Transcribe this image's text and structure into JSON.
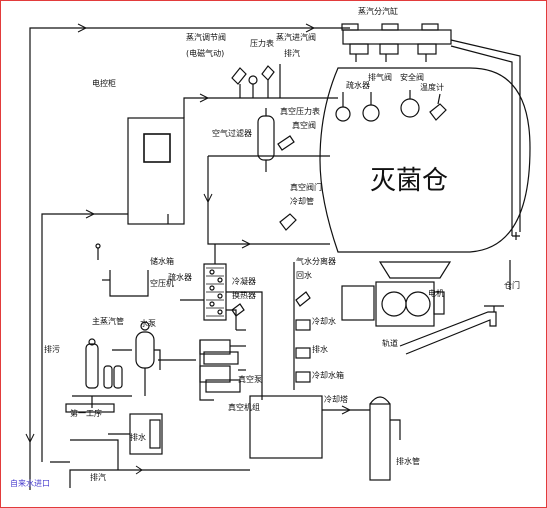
{
  "labels": {
    "manifold": "蒸汽分汽缸",
    "controller": "电控柜",
    "tank": "灭菌仓",
    "steam_valve_1": "蒸汽调节阀",
    "steam_valve_1_sub": "(电磁气动)",
    "pressure_gauge": "压力表",
    "sensor_valve": "蒸汽进汽阀",
    "exhaust": "排汽",
    "hydrophobic": "疏水器",
    "drain_valve": "排气阀",
    "air_filter": "空气过滤器",
    "safety_valve": "安全阀",
    "vacuum_gauge": "真空压力表",
    "thermometer": "温度计",
    "vacuum_valve": "真空阀",
    "vacuum_valve_2": "真空阀门",
    "cooler": "冷凝器",
    "pump": "水泵",
    "tank_door": "仓门",
    "rail": "轨道",
    "motor": "电机",
    "water_supply": "冷却水",
    "water_drain": "排水",
    "chiller": "冷却水箱",
    "vacuum_pump": "真空泵",
    "vacuum_pump_2": "真空机组",
    "water_tank": "储水箱",
    "air_compressor": "空压机",
    "trap": "气水分离器",
    "steam_inlet": "主蒸汽管",
    "return": "回水",
    "tap_water": "自来水进口",
    "stage_one": "第一工序",
    "valve_a": "排污",
    "valve_b": "排水",
    "tower_label": "冷却塔",
    "bottom_note": "排汽",
    "heat_exchanger": "换热器",
    "cooling_pipe": "冷却管",
    "drain_pipe": "排水管"
  },
  "colors": {
    "line": "#111111",
    "frame": "#e23b3b",
    "water_in": "#4a3fcf"
  },
  "icons": {
    "valve": "valve-icon",
    "gauge": "gauge-icon",
    "arrow": "flow-arrow-icon",
    "monitor": "screen-icon"
  }
}
